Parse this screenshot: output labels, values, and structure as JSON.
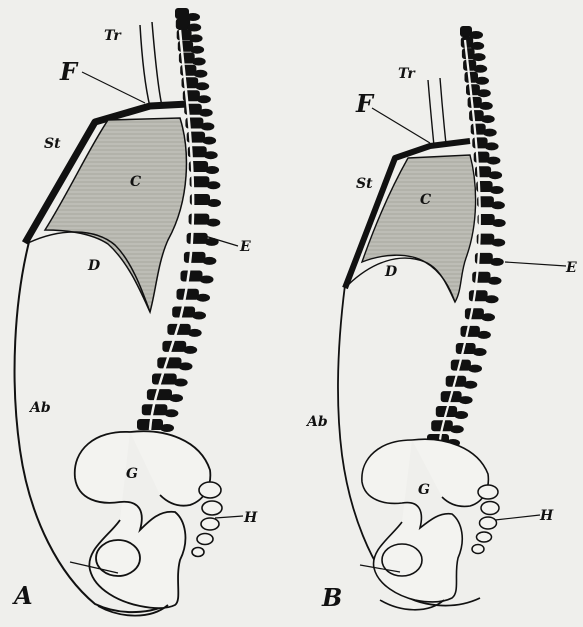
{
  "figure_a": {
    "panel_label": "A",
    "labels": {
      "trachea": "Tr",
      "fixation_point": "F",
      "sternum": "St",
      "chest_cavity": "C",
      "diaphragm": "D",
      "abdomen": "Ab",
      "spine": "E",
      "pelvis": "G",
      "coccyx": "H"
    }
  },
  "figure_b": {
    "panel_label": "B",
    "labels": {
      "trachea": "Tr",
      "fixation_point": "F",
      "sternum": "St",
      "chest_cavity": "C",
      "diaphragm": "D",
      "abdomen": "Ab",
      "spine": "E",
      "pelvis": "G",
      "coccyx": "H"
    }
  },
  "colors": {
    "background": "#efefec",
    "ink": "#111111",
    "lung_fill": "#b9b9b2"
  }
}
